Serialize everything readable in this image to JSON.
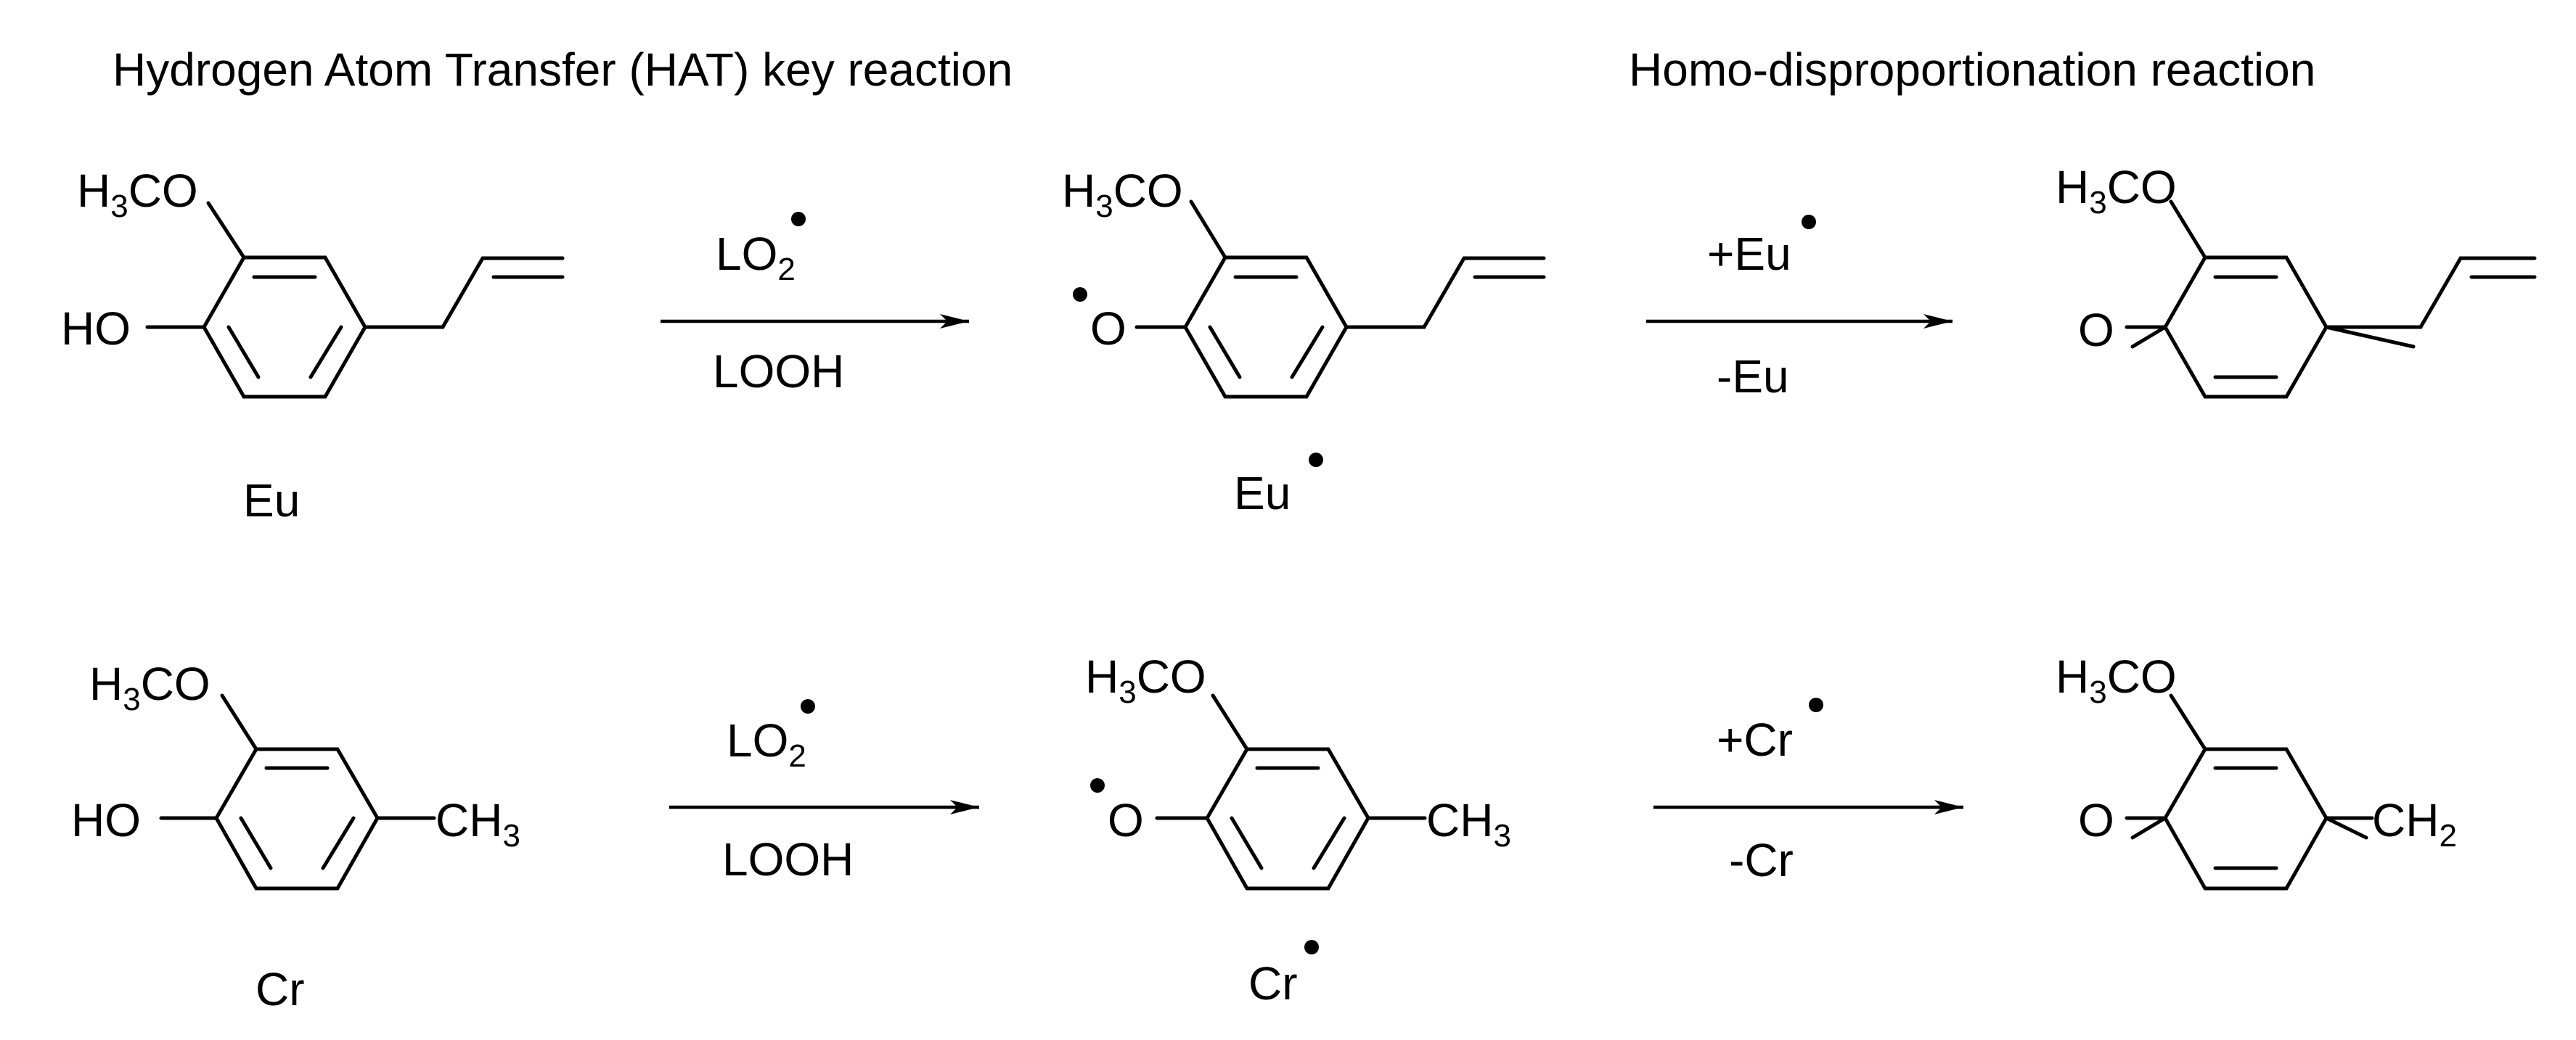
{
  "headings": {
    "hat": "Hydrogen Atom Transfer (HAT) key reaction",
    "homo": "Homo-disproportionation reaction"
  },
  "atoms": {
    "h": "H",
    "three": "3",
    "co": "CO",
    "ho": "HO",
    "o": "O",
    "ch": "CH",
    "two": "2"
  },
  "reagents": {
    "lo": "LO",
    "two": "2",
    "looh": "LOOH",
    "plus_eu": "+Eu",
    "minus_eu": "-Eu",
    "plus_cr": "+Cr",
    "minus_cr": "-Cr"
  },
  "compounds": {
    "eu": "Eu",
    "cr": "Cr"
  },
  "colors": {
    "ink": "#000000",
    "background": "#ffffff"
  }
}
